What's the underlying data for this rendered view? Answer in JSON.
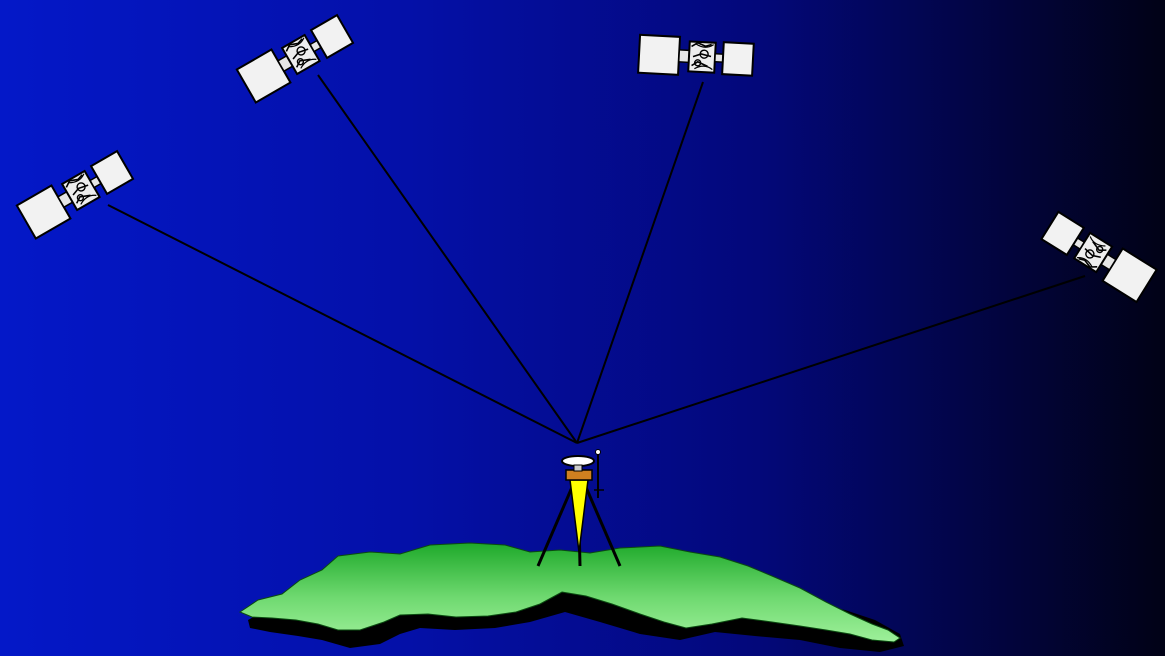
{
  "scene": {
    "description_text": "",
    "colors": {
      "sky_left": "#0418c8",
      "sky_right": "#010216",
      "signal_line": "#000000",
      "terrain_light": "#8ee88a",
      "terrain_dark": "#1ea92a",
      "panel_fill": "#f2f2f2",
      "receiver_body": "#ffff00"
    },
    "satellites": [
      {
        "name": "satellite-1",
        "icon": "satellite-icon"
      },
      {
        "name": "satellite-2",
        "icon": "satellite-icon"
      },
      {
        "name": "satellite-3",
        "icon": "satellite-icon"
      },
      {
        "name": "satellite-4",
        "icon": "satellite-icon"
      }
    ],
    "receiver": {
      "icon": "gps-receiver-tripod-icon"
    },
    "terrain": {
      "icon": "terrain-landmass-icon"
    }
  }
}
